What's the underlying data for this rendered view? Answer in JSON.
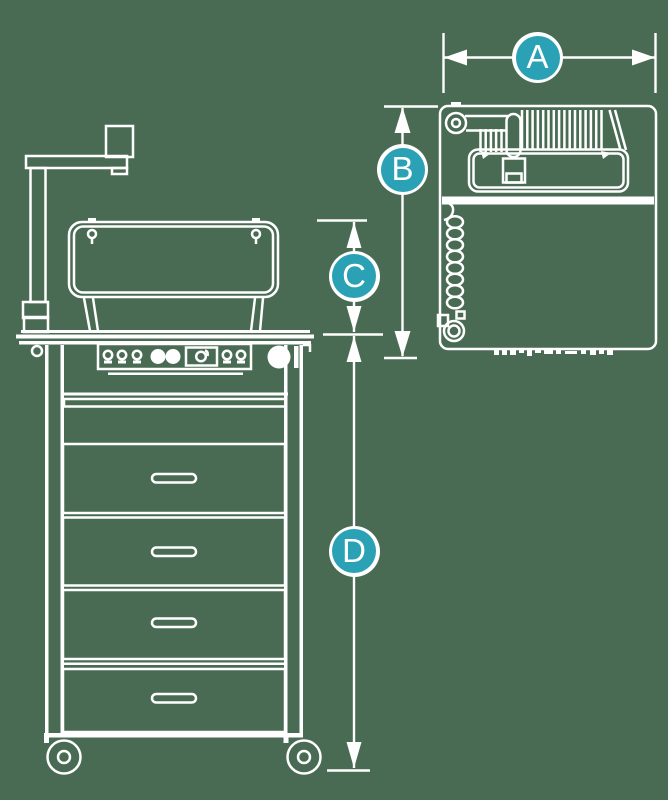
{
  "theme": {
    "background": "#4a6b53",
    "line": "#ffffff",
    "accent": "#2aa1b5"
  },
  "diagram": {
    "kind": "equipment-dimension-diagram",
    "dimensions": {
      "a": {
        "label": "A"
      },
      "b": {
        "label": "B"
      },
      "c": {
        "label": "C"
      },
      "d": {
        "label": "D"
      }
    }
  }
}
